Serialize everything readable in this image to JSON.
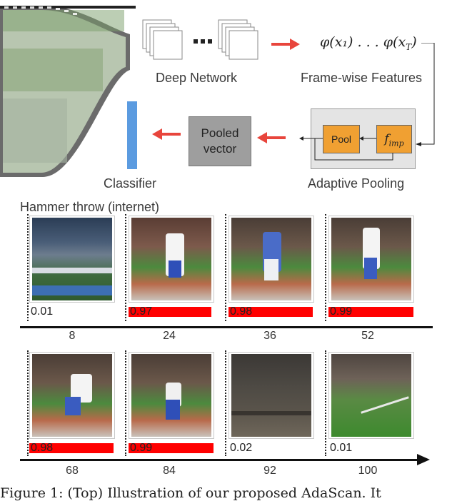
{
  "pipeline": {
    "deep_network_label": "Deep Network",
    "features_formula": "φ(x₁) . . . φ(x",
    "features_formula_sub": "T",
    "features_label": "Frame-wise Features",
    "pool_label": "Pool",
    "fimp_main": "f",
    "fimp_sub": "imp",
    "adaptive_pooling_label": "Adaptive Pooling",
    "pooled_vector_line1": "Pooled",
    "pooled_vector_line2": "vector",
    "classifier_label": "Classifier",
    "colors": {
      "arrow": "#e8453c",
      "classifier": "#5b9be0",
      "pool_box": "#f0a032",
      "panel": "#e4e4e4",
      "pooled_box": "#9e9e9e"
    }
  },
  "video_title": "Hammer throw (internet)",
  "row1": {
    "scores": [
      "0.01",
      "0.97",
      "0.98",
      "0.99"
    ],
    "score_values": [
      0.01,
      0.97,
      0.98,
      0.99
    ],
    "ticks": [
      "8",
      "24",
      "36",
      "52"
    ]
  },
  "row2": {
    "scores": [
      "0.98",
      "0.99",
      "0.02",
      "0.01"
    ],
    "score_values": [
      0.98,
      0.99,
      0.02,
      0.01
    ],
    "ticks": [
      "68",
      "84",
      "92",
      "100"
    ]
  },
  "caption_fragment": "Figure 1: (Top) Illustration of our proposed AdaScan. It"
}
